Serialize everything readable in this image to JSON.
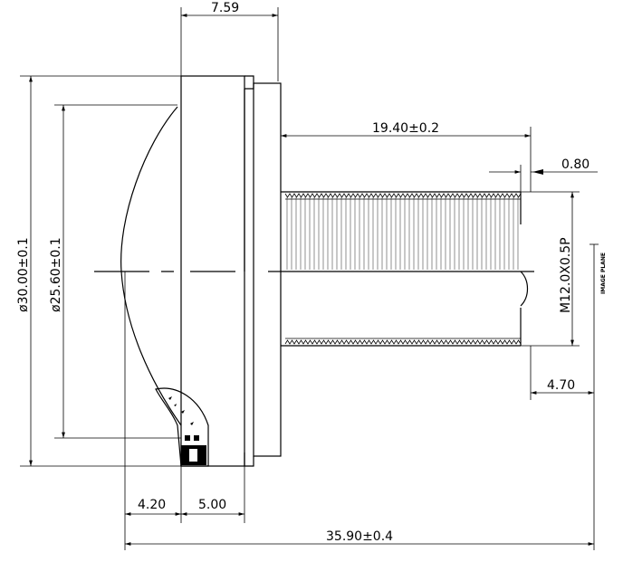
{
  "dimensions": {
    "top_width": "7.59",
    "thread_length": "19.40±0.2",
    "thread_end_gap": "0.80",
    "thread_spec": "M12.0X0.5P",
    "outer_diameter": "ø30.00±0.1",
    "inner_diameter": "ø25.60±0.1",
    "back_focal": "4.70",
    "front_offset": "4.20",
    "flange_width": "5.00",
    "total_length": "35.90±0.4"
  },
  "labels": {
    "image_plane": "IMAGE PLANE"
  },
  "colors": {
    "line": "#000000",
    "background": "#ffffff"
  }
}
